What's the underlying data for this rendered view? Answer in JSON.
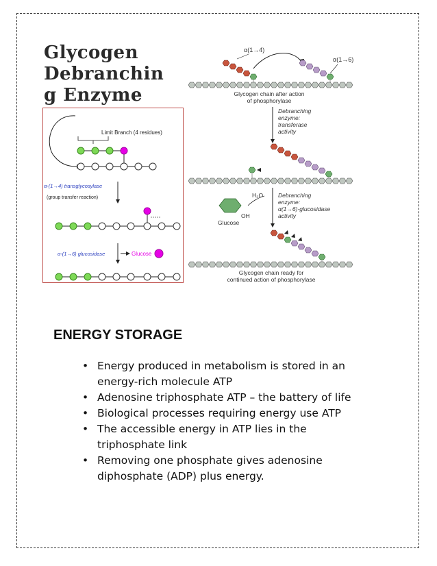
{
  "title": {
    "line1": "Glycogen",
    "line2": "Debranchin",
    "line3": "g Enzyme"
  },
  "left_figure": {
    "limit_branch_label": "Limit Branch (4 residues)",
    "enzyme1_label": "α-(1→4) transglycosylase",
    "enzyme1_sub": "(group transfer reaction)",
    "enzyme2_label": "α-(1→6) glucosidase",
    "glucose_label": "Glucose",
    "colors": {
      "green": "#7ed957",
      "magenta": "#e600e6",
      "blue": "#2b3fbf",
      "border": "#c0504d"
    }
  },
  "right_figure": {
    "alpha14": "α(1→4)",
    "alpha16": "α(1→6)",
    "caption1_line1": "Glycogen chain after action",
    "caption1_line2": "of phosphorylase",
    "step1_line1": "Debranching",
    "step1_line2": "enzyme:",
    "step1_line3": "transferase",
    "step1_line4": "activity",
    "water": "H₂O",
    "step2_line1": "Debranching",
    "step2_line2": "enzyme:",
    "step2_line3": "α(1→6)-glucosidase",
    "step2_line4": "activity",
    "oh": "OH",
    "glucose": "Glucose",
    "caption2_line1": "Glycogen chain ready for",
    "caption2_line2": "continued action of phosphorylase",
    "colors": {
      "red": "#c8553d",
      "purple": "#b79cc8",
      "green": "#6fae6f",
      "grey": "#bfc7c0"
    }
  },
  "section": {
    "heading": "ENERGY STORAGE",
    "bullet_char": "•",
    "bullets": [
      {
        "line1": "Energy produced in metabolism is stored in an",
        "line2": "energy-rich molecule ATP"
      },
      {
        "line1": "Adenosine triphosphate ATP – the battery of life",
        "line2": ""
      },
      {
        "line1": "Biological processes requiring energy use ATP",
        "line2": ""
      },
      {
        "line1": "The accessible energy in ATP lies in the",
        "line2": "triphosphate link"
      },
      {
        "line1": "Removing one phosphate gives adenosine",
        "line2": "diphosphate (ADP) plus energy."
      }
    ]
  }
}
